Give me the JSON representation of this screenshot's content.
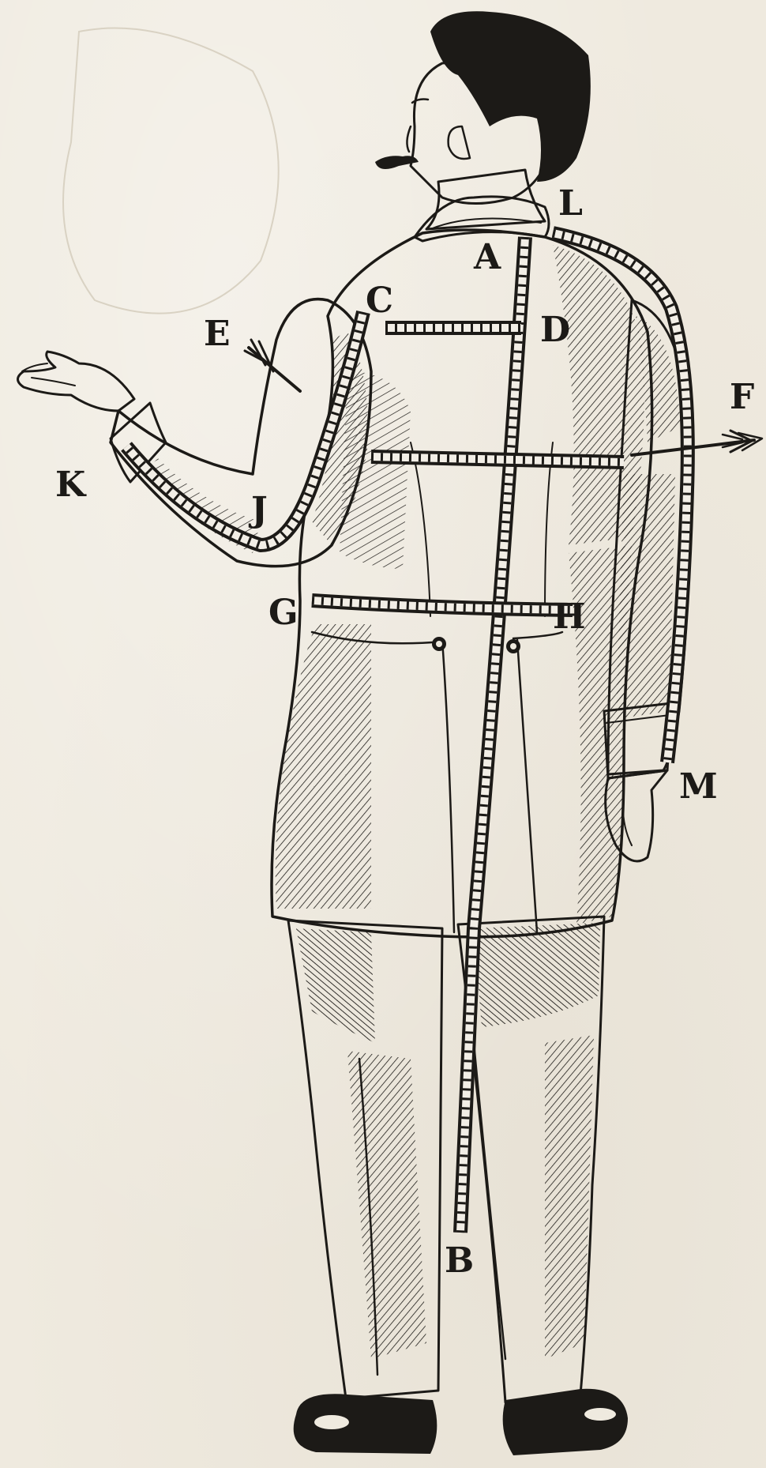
{
  "labels": {
    "A": "A",
    "B": "B",
    "C": "C",
    "D": "D",
    "E": "E",
    "F": "F",
    "G": "G",
    "H": "H",
    "J": "J",
    "K": "K",
    "L": "L",
    "M": "M"
  },
  "colors": {
    "paper": "#efeadf",
    "ink": "#1c1a17",
    "tape": "#f2eee6"
  }
}
